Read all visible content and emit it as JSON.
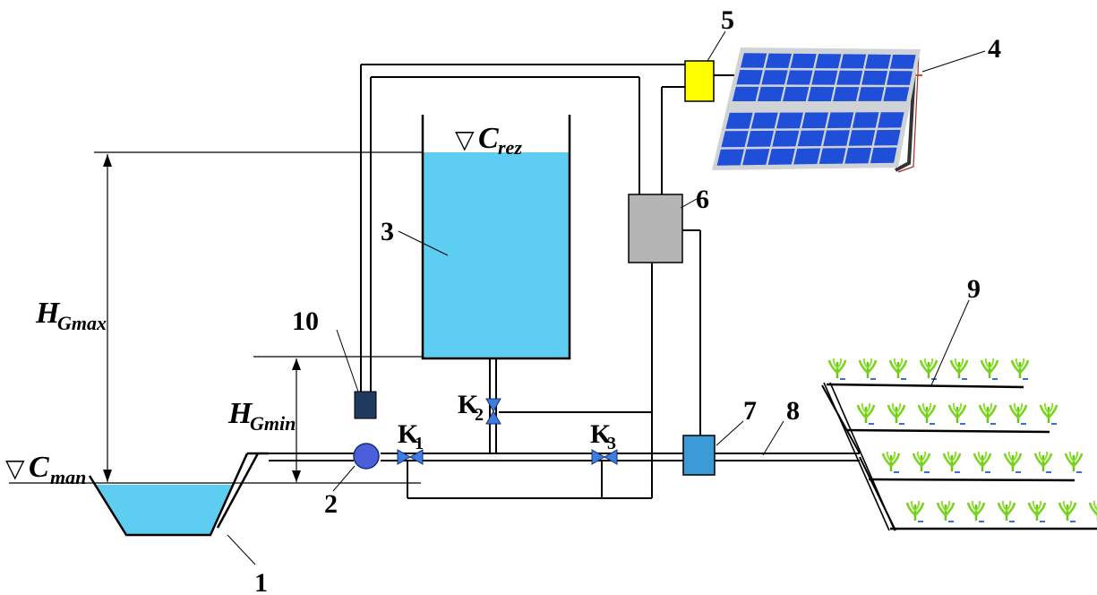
{
  "labels": {
    "reservoir_level": {
      "triangle": "▽",
      "main": "C",
      "sub": "rez"
    },
    "source_level": {
      "triangle": "▽",
      "main": "C",
      "sub": "man"
    },
    "head_max": {
      "main": "H",
      "sub": "Gmax"
    },
    "head_min": {
      "main": "H",
      "sub": "Gmin"
    }
  },
  "valves": [
    {
      "main": "K",
      "sub": "1"
    },
    {
      "main": "K",
      "sub": "2"
    },
    {
      "main": "K",
      "sub": "3"
    }
  ],
  "component_numbers": {
    "source_pond": "1",
    "pump": "2",
    "storage_tank": "3",
    "solar_panel": "4",
    "controller": "5",
    "control_unit": "6",
    "filter": "7",
    "main_pipe": "8",
    "irrigated_field": "9",
    "sensor": "10"
  },
  "colors": {
    "water": "#5ecdf2",
    "pump": "#4a5fd8",
    "valve": "#3b7ee0",
    "sensor": "#1f3a5c",
    "controller": "#ffff00",
    "control_unit": "#b4b4b4",
    "filter": "#3c9ad6",
    "solar_cell": "#1f4ed8",
    "solar_frame": "#cfd3d6",
    "plant": "#7bd321"
  },
  "icons": {
    "pump": "pump-icon",
    "valve": "valve-icon",
    "plant": "plant-icon",
    "solar": "solar-panel-icon"
  }
}
